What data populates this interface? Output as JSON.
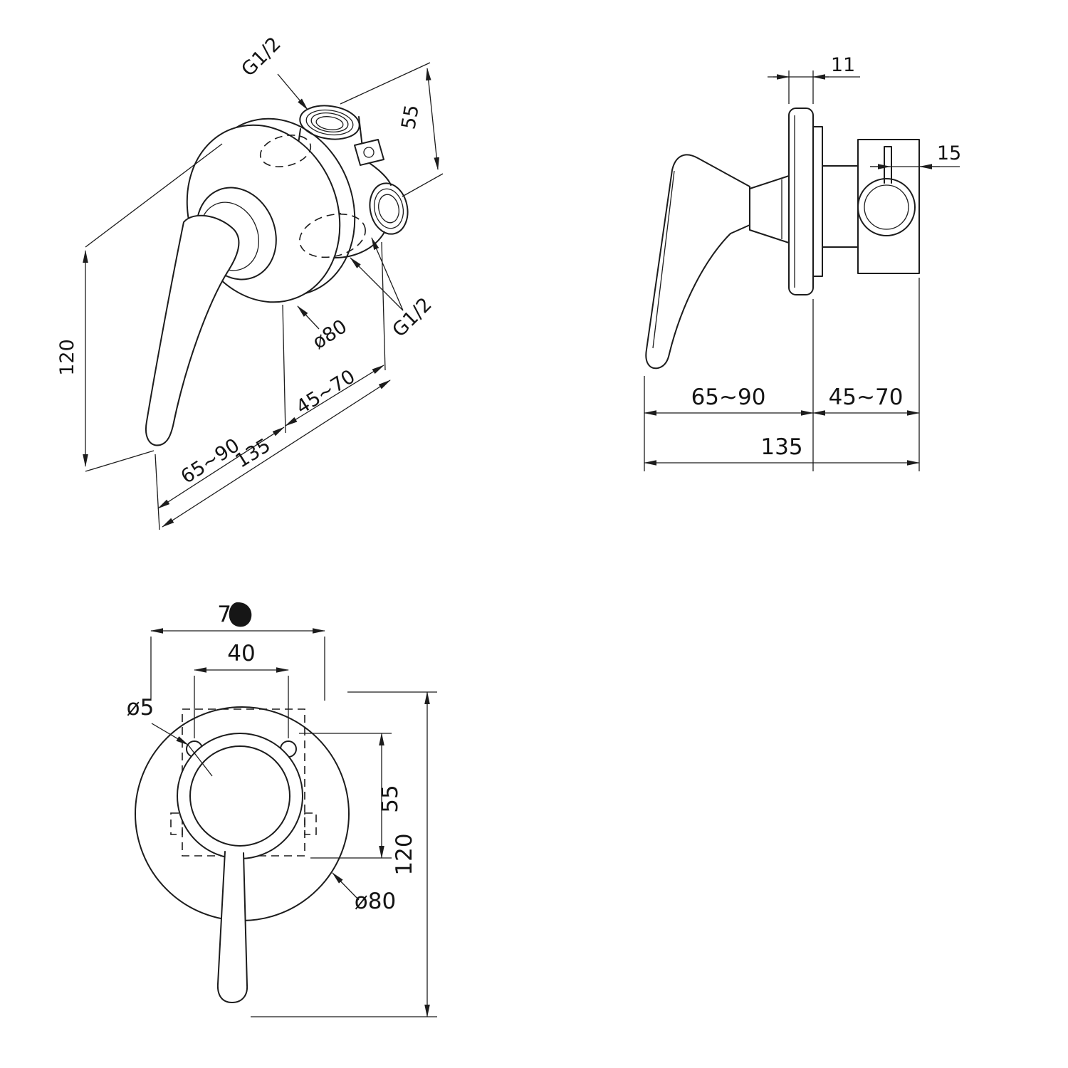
{
  "drawing": {
    "background": "#ffffff",
    "line_color": "#1c1c1c",
    "type": "technical dimension drawing - concealed shower mixer valve",
    "views": {
      "iso": {
        "name": "isometric-view",
        "labels": {
          "thread_top": "G1/2",
          "dim_55": "55",
          "dim_120": "120",
          "dia_80": "ø80",
          "thread_side": "G1/2",
          "dim_45_70": "45~70",
          "dim_65_90": "65~90",
          "dim_135": "135"
        }
      },
      "side": {
        "name": "side-view",
        "labels": {
          "dim_11": "11",
          "dim_15": "15",
          "dim_65_90": "65~90",
          "dim_45_70": "45~70",
          "dim_135": "135"
        }
      },
      "front": {
        "name": "front-view",
        "labels": {
          "dim_70": "70",
          "dim_40": "40",
          "dia_5": "ø5",
          "dim_55": "55",
          "dim_120": "120",
          "dia_80": "ø80"
        }
      }
    }
  }
}
